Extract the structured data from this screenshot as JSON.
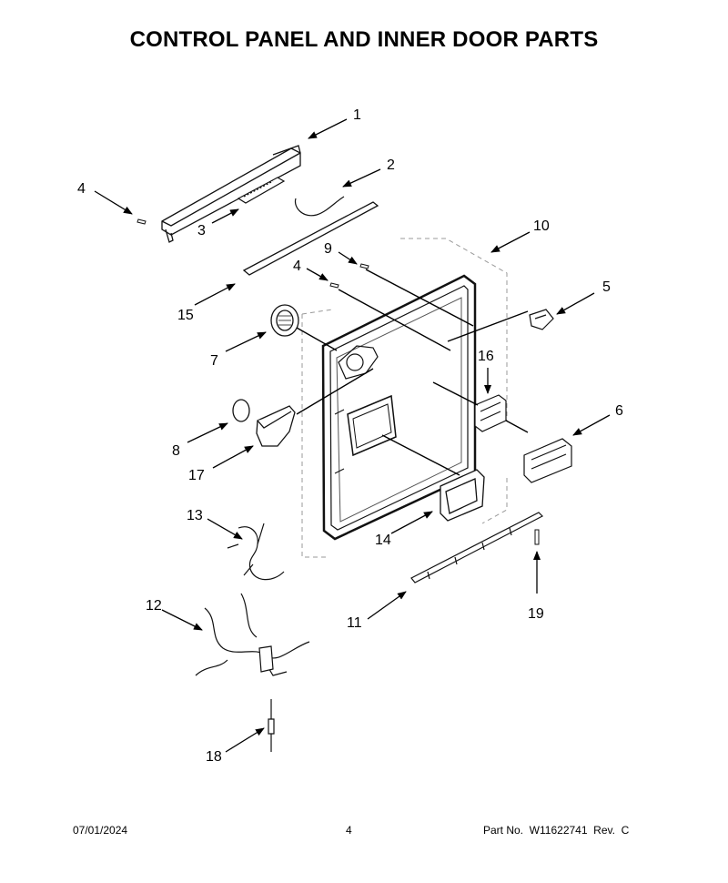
{
  "title": "CONTROL PANEL AND INNER DOOR PARTS",
  "callouts": [
    "1",
    "2",
    "3",
    "4",
    "4",
    "5",
    "6",
    "7",
    "8",
    "9",
    "10",
    "11",
    "12",
    "13",
    "14",
    "15",
    "16",
    "17",
    "18",
    "19"
  ],
  "footer": {
    "date": "07/01/2024",
    "page": "4",
    "part_number": "Part No.  W11622741  Rev.  C"
  }
}
